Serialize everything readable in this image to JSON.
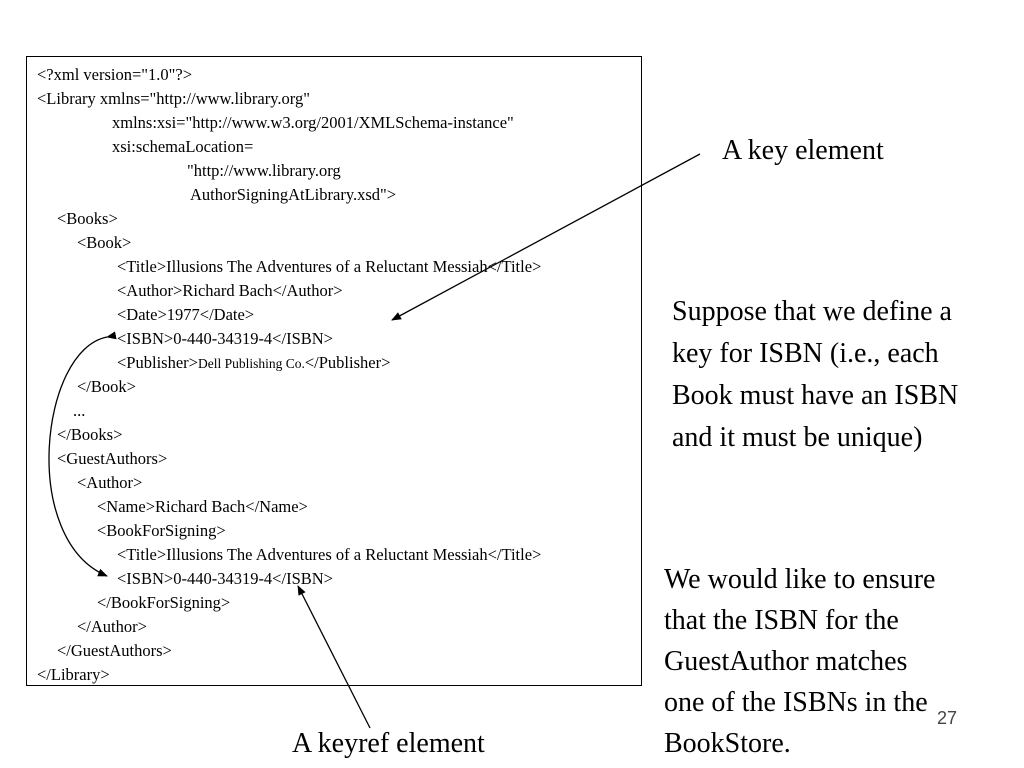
{
  "code": {
    "lines": [
      "<?xml version=\"1.0\"?>",
      "<Library xmlns=\"http://www.library.org\"",
      "xmlns:xsi=\"http://www.w3.org/2001/XMLSchema-instance\"",
      "xsi:schemaLocation=",
      "\"http://www.library.org",
      "AuthorSigningAtLibrary.xsd\">",
      "<Books>",
      "<Book>",
      "<Title>Illusions The Adventures of a Reluctant Messiah</Title>",
      "<Author>Richard Bach</Author>",
      "<Date>1977</Date>",
      "<ISBN>0-440-34319-4</ISBN>",
      "</Book>",
      "...",
      "</Books>",
      "<GuestAuthors>",
      "<Author>",
      "<Name>Richard Bach</Name>",
      "<BookForSigning>",
      "<Title>Illusions The Adventures of a Reluctant Messiah</Title>",
      "<ISBN>0-440-34319-4</ISBN>",
      "</BookForSigning>",
      "</Author>",
      "</GuestAuthors>",
      "</Library>"
    ],
    "publisher_open": "<Publisher>",
    "publisher_value": "Dell Publishing Co.",
    "publisher_close": "</Publisher>"
  },
  "labels": {
    "key_element": "A key element",
    "keyref_element": "A keyref element"
  },
  "text_blocks": {
    "suppose": [
      "Suppose that we define a",
      "key for ISBN (i.e., each",
      "Book must have an ISBN",
      "and it must be unique)"
    ],
    "ensure": [
      "We would like to ensure",
      "that the ISBN for the",
      "GuestAuthor matches",
      "one of the ISBNs in the",
      "BookStore."
    ]
  },
  "slide_number": "27"
}
